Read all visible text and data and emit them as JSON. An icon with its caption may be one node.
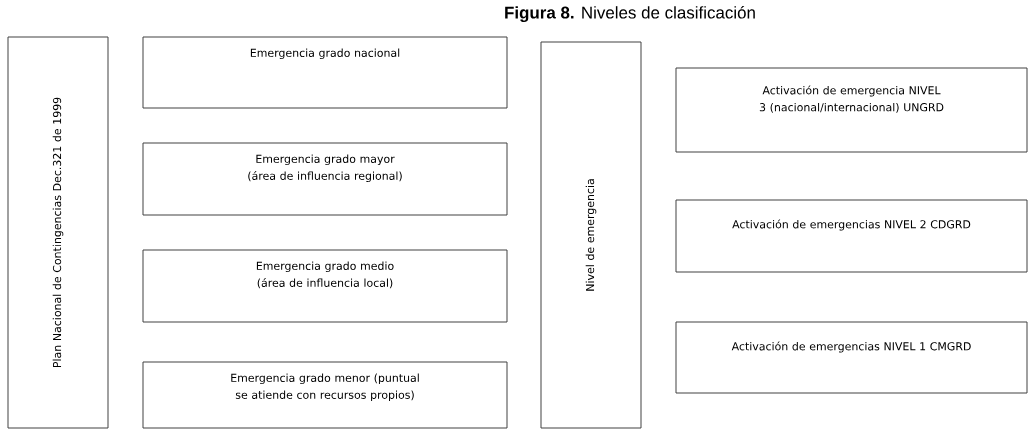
{
  "diagram": {
    "title": "**Figura 8.** Niveles de clasificación",
    "nodes": [
      {
        "text": [
          "Plan Nacional de Contingencias Dec.321 de 1999"
        ]
      },
      {
        "text": [
          "Emergencia grado nacional"
        ]
      },
      {
        "text": [
          "Emergencia grado mayor (área de influencia regional)"
        ]
      },
      {
        "text": [
          "Emergencia grado medio (área de influencia local)"
        ]
      },
      {
        "text": [
          "Emergencia grado menor (puntual se atiende con recursos propios)"
        ]
      },
      {
        "text": [
          "Nivel de emergencia"
        ]
      },
      {
        "text": [
          "Activación de emergencia NIVEL 3 (nacional/internacional) UNGRD"
        ]
      },
      {
        "text": [
          "Activación de emergencias NIVEL 2 CDGRD"
        ]
      },
      {
        "text": [
          "Activación de emergencias NIVEL 1 CMGRD"
        ]
      }
    ]
  }
}
